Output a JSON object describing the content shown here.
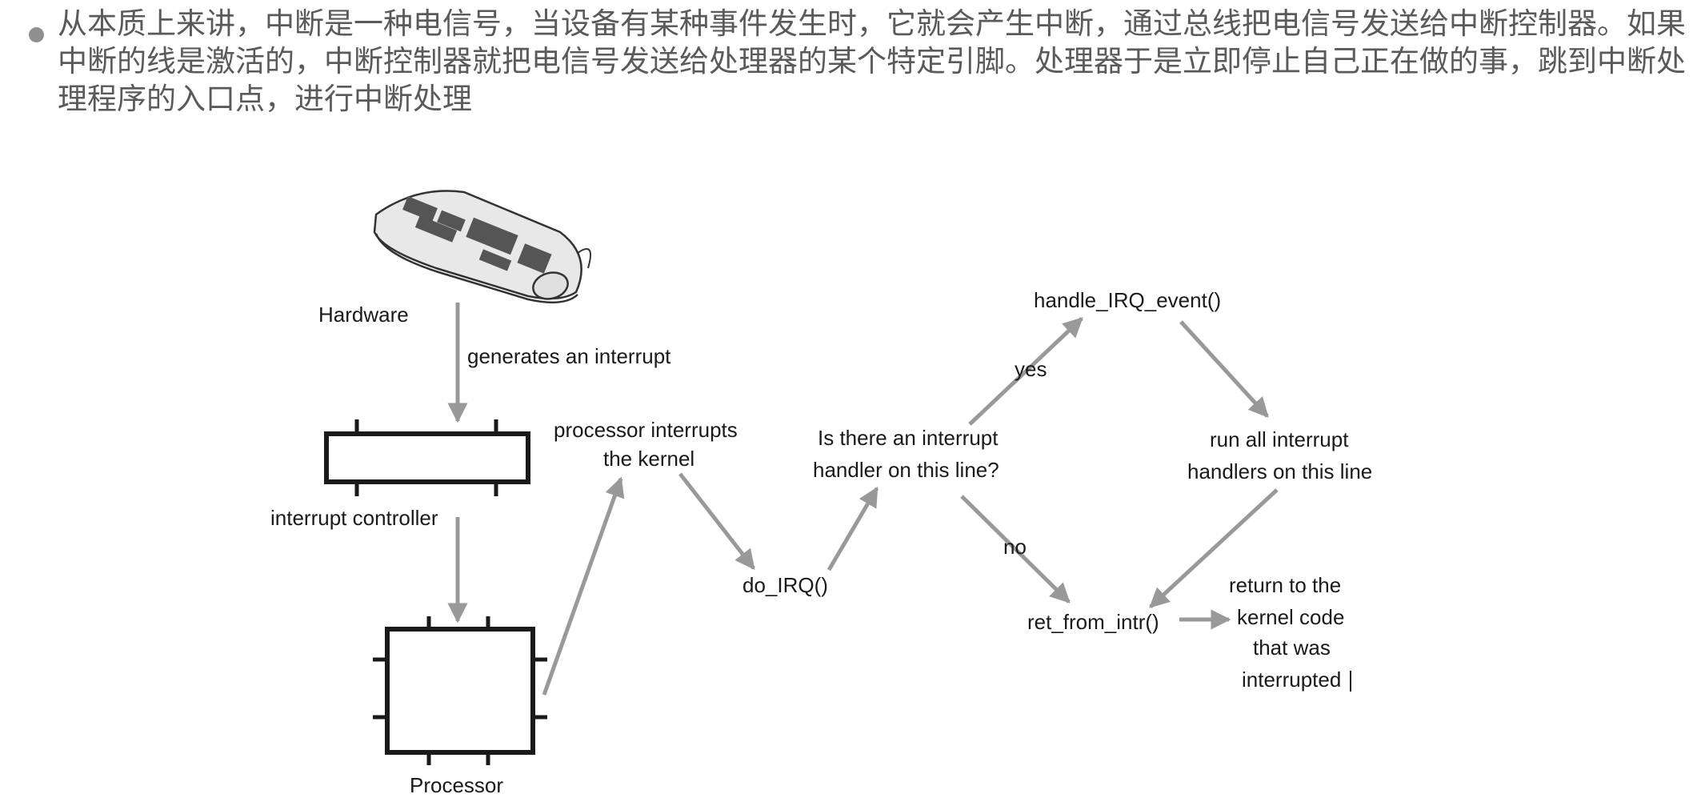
{
  "bullet": {
    "text": "从本质上来讲，中断是一种电信号，当设备有某种事件发生时，它就会产生中断，通过总线把电信号发送给中断控制器。如果中断的线是激活的，中断控制器就把电信号发送给处理器的某个特定引脚。处理器于是立即停止自己正在做的事，跳到中断处理程序的入口点，进行中断处理"
  },
  "diagram": {
    "nodes": {
      "hardware": "Hardware",
      "controller": "interrupt controller",
      "processor": "Processor",
      "do_irq": "do_IRQ()",
      "question_1": "Is there an interrupt",
      "question_2": "handler on this line?",
      "handle_event": "handle_IRQ_event()",
      "run_all_1": "run all interrupt",
      "run_all_2": "handlers on this line",
      "ret_from": "ret_from_intr()",
      "return_1": "return to  the",
      "return_2": "kernel code",
      "return_3": "that was",
      "return_4": "interrupted"
    },
    "edges": {
      "generates": "generates an interrupt",
      "proc_interrupts_1": "processor interrupts",
      "proc_interrupts_2": "the kernel",
      "yes": "yes",
      "no": "no"
    },
    "colors": {
      "arrow": "#999999",
      "box_stroke": "#1a1a1a",
      "text": "#1a1a1a"
    }
  }
}
